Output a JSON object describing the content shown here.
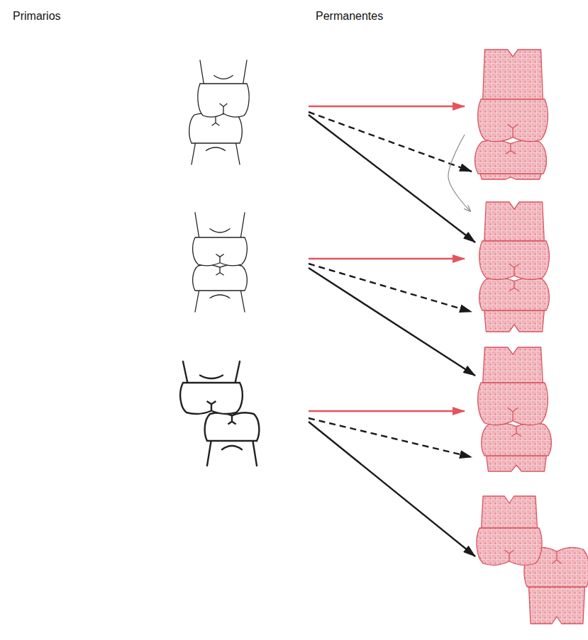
{
  "diagram": {
    "nodes": [
      {
        "text": [
          "Primarios"
        ]
      },
      {
        "text": [
          "Permanentes"
        ]
      },
      {
        "text": [],
        "in": 0
      },
      {
        "text": [],
        "in": 0
      },
      {
        "text": [],
        "in": 0
      },
      {
        "text": [],
        "in": 1
      },
      {
        "text": [],
        "in": 1
      },
      {
        "text": [],
        "in": 1
      },
      {
        "text": [],
        "in": 1
      }
    ],
    "edges": [
      {
        "from": 2,
        "to": 5,
        "arrow": "to"
      },
      {
        "from": 2,
        "to": 5,
        "arrow": "to"
      },
      {
        "from": 2,
        "to": 6,
        "arrow": "to"
      },
      {
        "from": 3,
        "to": 6,
        "arrow": "to"
      },
      {
        "from": 3,
        "to": 6,
        "arrow": "to"
      },
      {
        "from": 3,
        "to": 7,
        "arrow": "to"
      },
      {
        "from": 4,
        "to": 7,
        "arrow": "to"
      },
      {
        "from": 4,
        "to": 7,
        "arrow": "to"
      },
      {
        "from": 4,
        "to": 8,
        "arrow": "to"
      },
      {
        "from": 5,
        "to": 6,
        "arrow": "to"
      }
    ]
  }
}
